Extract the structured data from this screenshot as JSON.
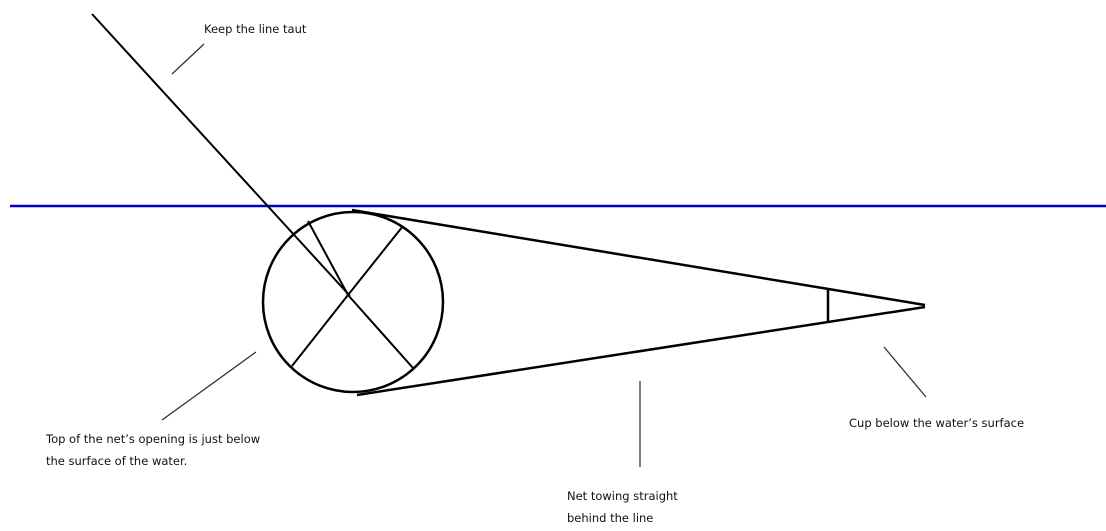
{
  "colors": {
    "background": "#ffffff",
    "ink": "#000000",
    "water_line": "#0000cc"
  },
  "labels": {
    "keep_taut": "Keep the line taut",
    "top_of_net": {
      "line1": "Top of the net’s opening is just below",
      "line2": "the surface of the water."
    },
    "cup": "Cup below the water’s surface",
    "net_towing": {
      "line1": "Net towing straight",
      "line2": "behind the line"
    }
  }
}
